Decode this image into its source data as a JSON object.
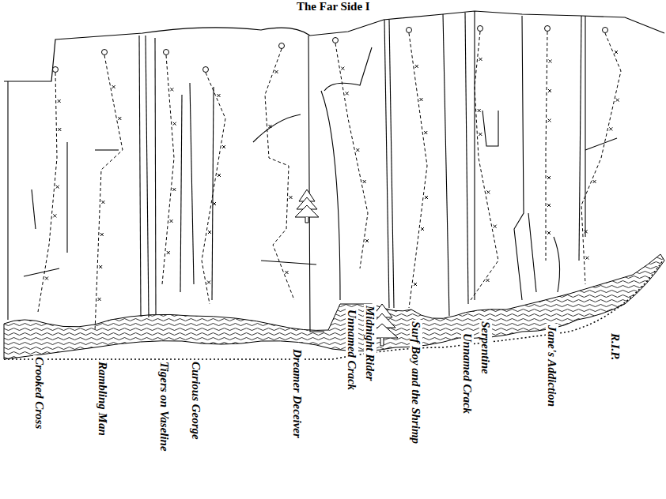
{
  "diagram": {
    "title": "The Far Side I",
    "labels": [
      "Crooked Cross",
      "Rambling Man",
      "Tigers on Vaseline",
      "Curious George",
      "Dreamer Deceiver",
      "Unnamed Crack",
      "Midnight Rider",
      "Surf Boy and the Shrimp",
      "Unnamed Crack",
      "Serpentine",
      "Jane's Addiction",
      "R.I.P."
    ]
  }
}
